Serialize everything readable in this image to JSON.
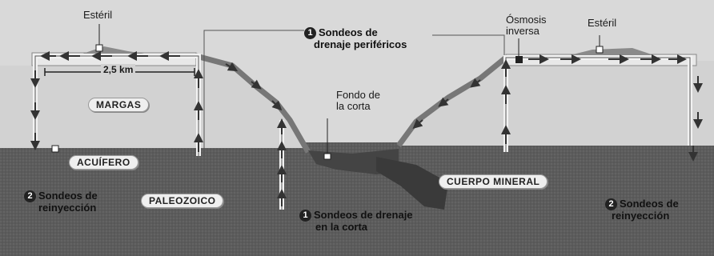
{
  "labels": {
    "esteril_left": "Estéril",
    "esteril_right": "Estéril",
    "osmosis_line1": "Ósmosis",
    "osmosis_line2": "inversa",
    "fondo_line1": "Fondo de",
    "fondo_line2": "la corta",
    "scale": "2,5 km"
  },
  "layers": {
    "margas": "MARGAS",
    "acuifero": "ACUÍFERO",
    "paleozoico": "PALEOZOICO",
    "cuerpo_mineral": "CUERPO MINERAL"
  },
  "callouts": {
    "perifericos": {
      "num": "1",
      "line1": "Sondeos de",
      "line2": "drenaje periféricos"
    },
    "corta": {
      "num": "1",
      "line1": "Sondeos de drenaje",
      "line2": "en la corta"
    },
    "reinyeccion_left": {
      "num": "2",
      "line1": "Sondeos de",
      "line2": "reinyección"
    },
    "reinyeccion_right": {
      "num": "2",
      "line1": "Sondeos de",
      "line2": "reinyección"
    }
  },
  "colors": {
    "background": "#d9d9d9",
    "ground_dark": "#5e5e5e",
    "margas": "#cfcfcf",
    "surface": "#e6e6e6",
    "ore_body": "#3e3e3e",
    "pit_floor": "#4a4a4a"
  }
}
